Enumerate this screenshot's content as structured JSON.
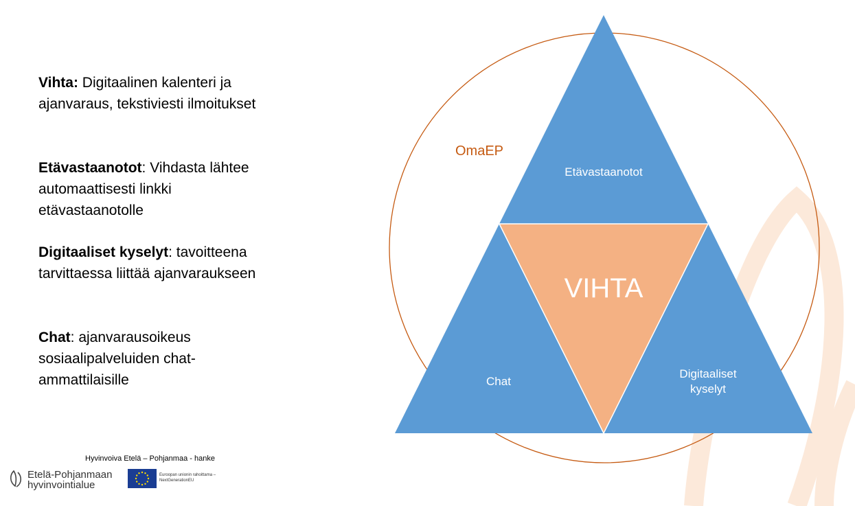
{
  "left_text": {
    "vihta": {
      "title": "Vihta:",
      "body": " Digitaalinen kalenteri ja ajanvaraus, tekstiviesti ilmoitukset"
    },
    "etavastaanotot": {
      "title": "Etävastaanotot",
      "body": ": Vihdasta lähtee automaattisesti linkki etävastaanotolle"
    },
    "kyselyt": {
      "title": "Digitaaliset kyselyt",
      "body": ": tavoitteena tarvittaessa liittää ajanvaraukseen"
    },
    "chat": {
      "title": "Chat",
      "body": ": ajanvarausoikeus sosiaalipalveluiden chat-ammattilaisille"
    }
  },
  "diagram": {
    "circle_label": "OmaEP",
    "center_label": "VIHTA",
    "top_label": "Etävastaanotot",
    "left_label": "Chat",
    "right_label_line1": "Digitaaliset",
    "right_label_line2": "kyselyt",
    "colors": {
      "blue": "#5B9BD5",
      "orange": "#F4B183",
      "circle": "#C55A11"
    }
  },
  "footer": {
    "hanke": "Hyvinvoiva Etelä – Pohjanmaa - hanke",
    "logo_line1": "Etelä-Pohjanmaan",
    "logo_line2": "hyvinvointialue",
    "eu_line1": "Euroopan unionin rahoittama –",
    "eu_line2": "NextGenerationEU"
  }
}
